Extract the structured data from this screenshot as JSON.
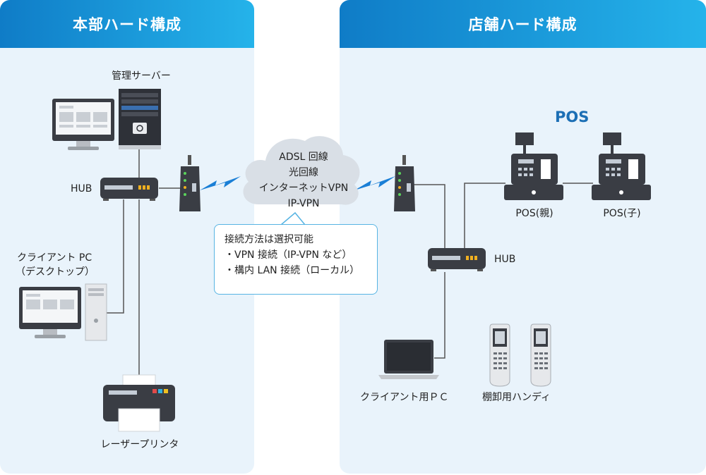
{
  "panels": {
    "hq": {
      "title": "本部ハード構成"
    },
    "store": {
      "title": "店舗ハード構成"
    }
  },
  "hq": {
    "server_label": "管理サーバー",
    "hub_label": "HUB",
    "client_pc_label_line1": "クライアント PC",
    "client_pc_label_line2": "（デスクトップ）",
    "printer_label": "レーザープリンタ"
  },
  "network": {
    "cloud_lines": [
      "ADSL 回線",
      "光回線",
      "インターネットVPN",
      "IP-VPN"
    ],
    "callout_lines": [
      "接続方法は選択可能",
      "・VPN 接続（IP-VPN など）",
      "・構内 LAN 接続（ローカル）"
    ]
  },
  "store": {
    "pos_title": "POS",
    "pos_parent_label": "POS(親)",
    "pos_child_label": "POS(子)",
    "hub_label": "HUB",
    "client_pc_label": "クライアント用ＰＣ",
    "handy_label": "棚卸用ハンディ"
  },
  "colors": {
    "panel_bg": "#e9f3fb",
    "header_start": "#0f7cc7",
    "header_end": "#25b3ea",
    "pos_accent": "#1c6fb5",
    "lightning": "#1a7fd6",
    "device_dark": "#3a3d44",
    "wire": "#555555"
  }
}
